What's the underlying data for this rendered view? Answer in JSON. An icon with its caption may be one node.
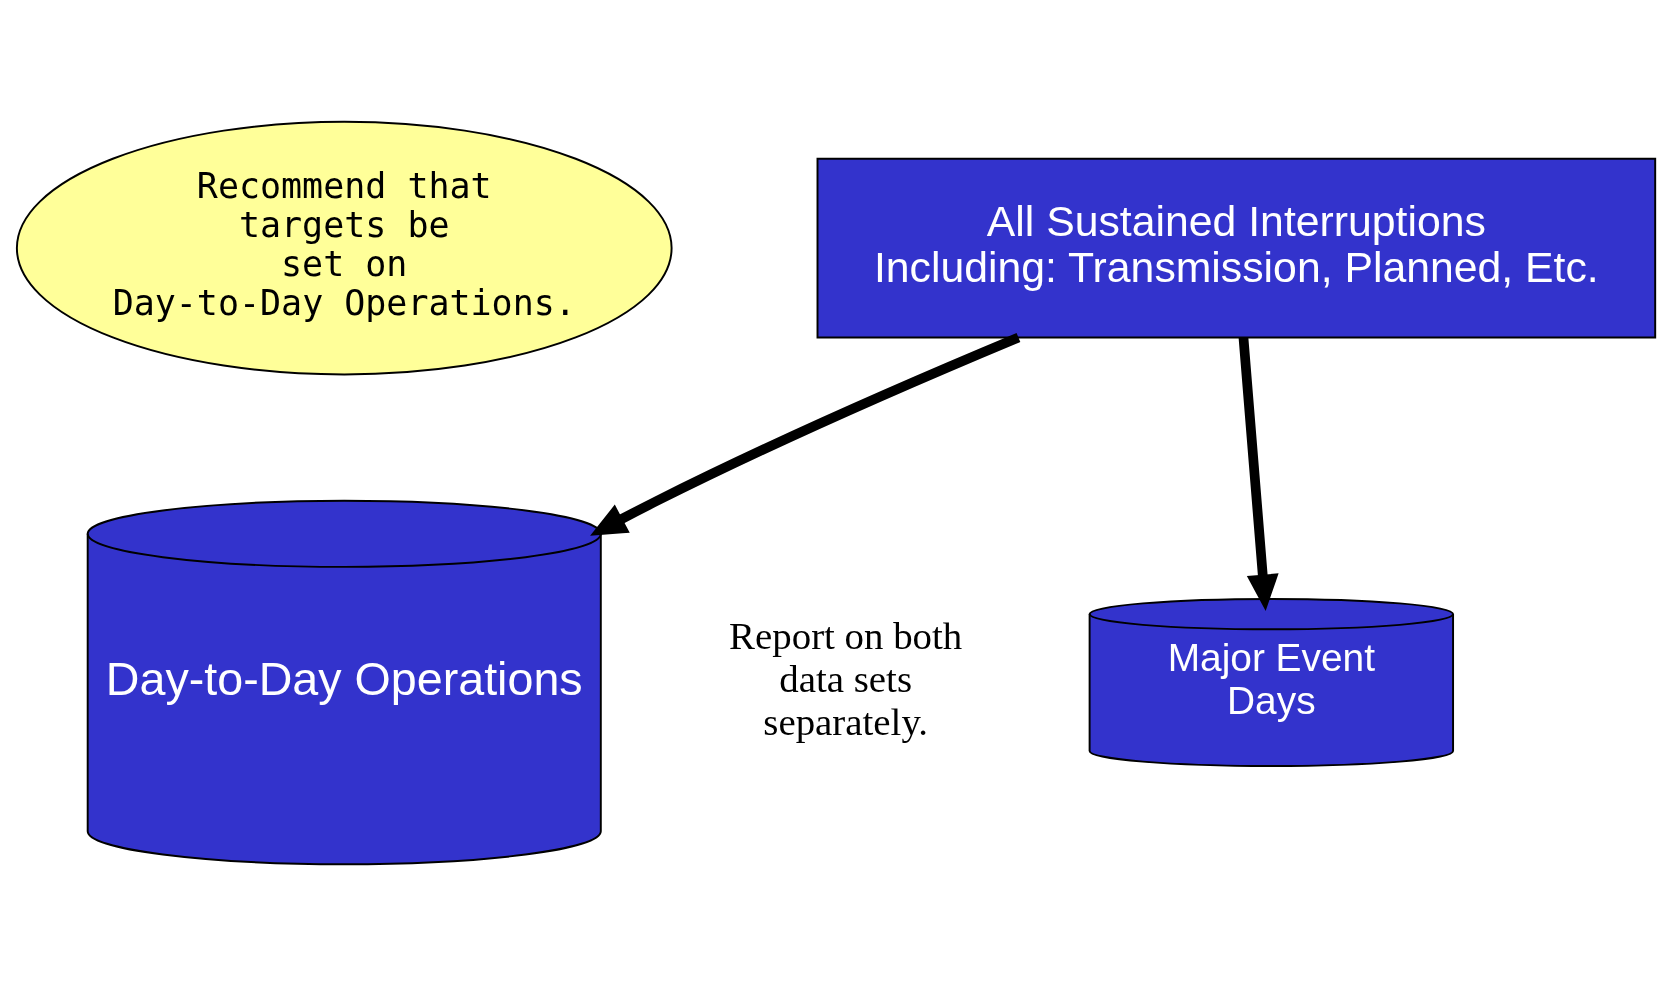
{
  "diagram": {
    "nodes": [
      {
        "text": [
          "All Sustained Interruptions",
          "Including: Transmission, Planned, Etc."
        ]
      },
      {
        "text": [
          "Recommend that targets be set on Day-to-Day Operations."
        ]
      },
      {
        "text": [
          "Day-to-Day Operations"
        ]
      },
      {
        "text": [
          "Major Event Days"
        ]
      }
    ],
    "edges": [
      {
        "from": 0,
        "to": 2,
        "arrow": "to"
      },
      {
        "from": 0,
        "to": 3,
        "arrow": "to"
      }
    ],
    "labels": [
      "Report on both data sets separately."
    ]
  }
}
